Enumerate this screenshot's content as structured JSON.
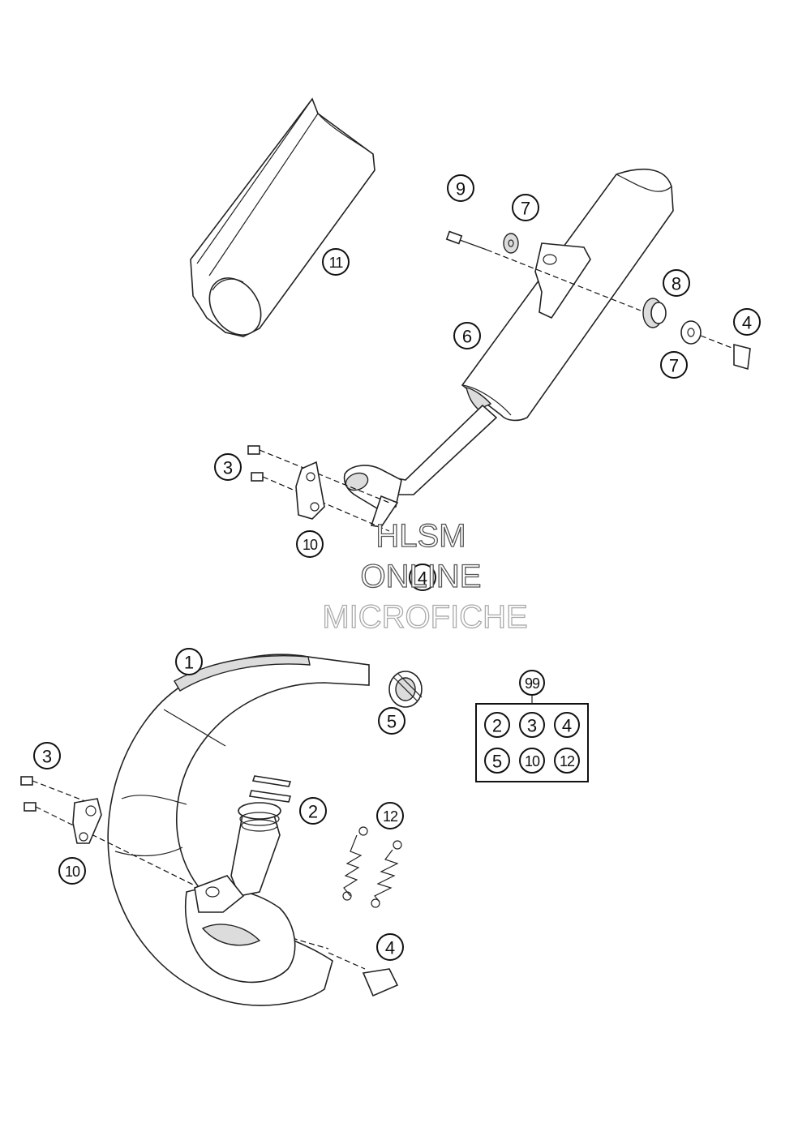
{
  "callouts": {
    "c1": "1",
    "c2": "2",
    "c3a": "3",
    "c3b": "3",
    "c4a": "4",
    "c4b": "4",
    "c4c": "4",
    "c5": "5",
    "c6": "6",
    "c7a": "7",
    "c7b": "7",
    "c8": "8",
    "c9": "9",
    "c10a": "10",
    "c10b": "10",
    "c11": "11",
    "c12": "12",
    "c99": "99"
  },
  "kit": {
    "items": [
      "2",
      "3",
      "4",
      "5",
      "10",
      "12"
    ]
  },
  "watermark": {
    "line1": "HLSM",
    "line2": "ONLINE",
    "line3": "MICROFICHE"
  }
}
